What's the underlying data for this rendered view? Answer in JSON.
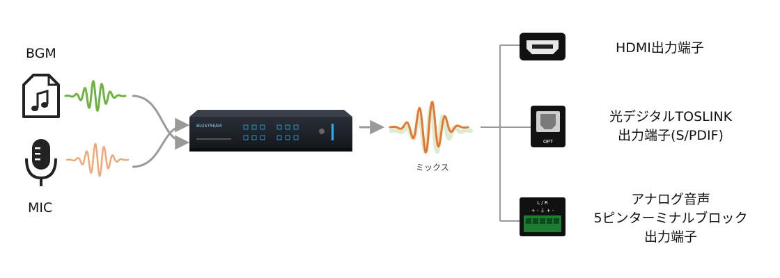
{
  "inputs": {
    "bgm_label": "BGM",
    "mic_label": "MIC"
  },
  "device": {
    "brand_text": "BLUSTREAM"
  },
  "mix": {
    "label": "ミックス"
  },
  "outputs": {
    "hdmi": {
      "label": "HDMI出力端子"
    },
    "optical": {
      "label_line1": "光デジタルTOSLINK",
      "label_line2": "出力端子(S/PDIF)",
      "port_text": "OPT"
    },
    "analog": {
      "label_line1": "アナログ音声",
      "label_line2": "5ピンターミナルブロック",
      "label_line3": "出力端子",
      "port_lr": "L / R",
      "port_polarity": "+ -  ⏚  + -"
    }
  },
  "colors": {
    "bgm_wave": "#6db33f",
    "mic_wave": "#f0a878",
    "mix_wave": "#e8772e",
    "mix_wave_shadow": "#cfe2bf",
    "connector": "#9a9a9a",
    "device_body": "#1b1f26",
    "device_accent": "#2bb3e6"
  }
}
